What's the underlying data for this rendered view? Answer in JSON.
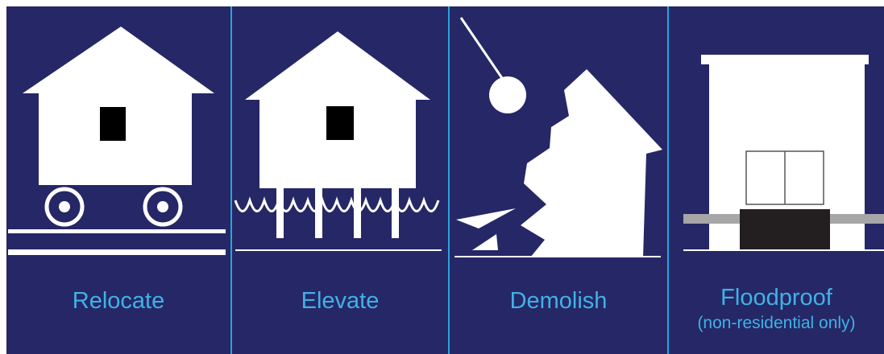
{
  "colors": {
    "panel_bg": "#262766",
    "separator": "#27a4e0",
    "label": "#3fb2e6",
    "icon": "#ffffff",
    "slab": "#a6a6a6",
    "shield": "#231f20"
  },
  "panels": [
    {
      "label": "Relocate",
      "icon": "house-on-wheels-icon"
    },
    {
      "label": "Elevate",
      "icon": "house-on-stilts-icon"
    },
    {
      "label": "Demolish",
      "icon": "wrecking-ball-icon"
    },
    {
      "label": "Floodproof",
      "sublabel": "(non-residential only)",
      "icon": "floodproofed-building-icon"
    }
  ]
}
